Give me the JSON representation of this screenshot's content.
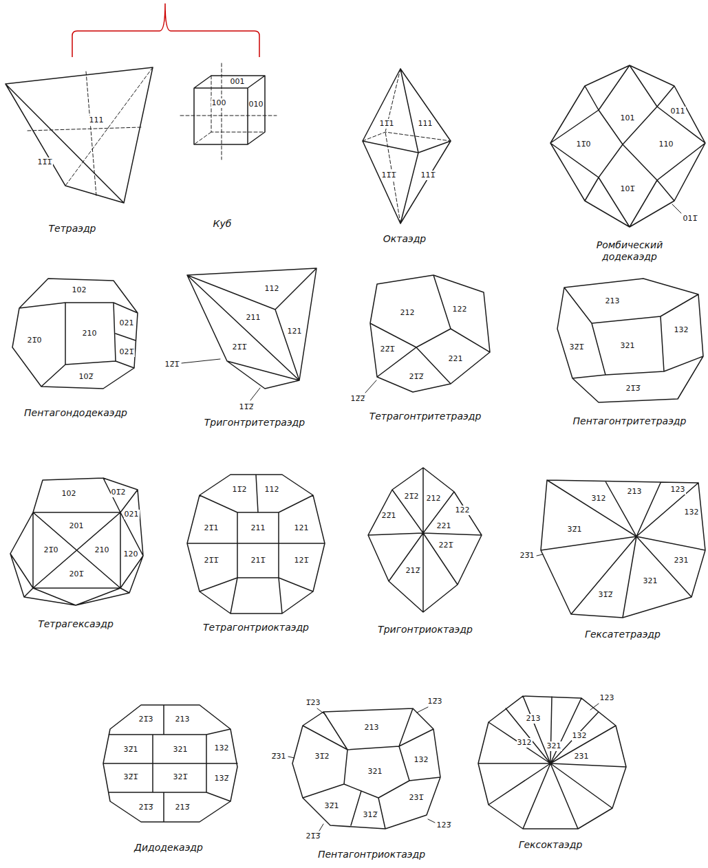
{
  "diagram": {
    "labels": [
      "111",
      "11̅1̅",
      "Тетраэдр",
      "001",
      "100",
      "010",
      "Куб",
      "11̅1",
      "111",
      "11̅1̅",
      "111̅",
      "Октаэдр",
      "011",
      "101",
      "11̅0",
      "110",
      "101̅",
      "011̅",
      "Ромбический додекаэдр",
      "102",
      "021",
      "21̅0",
      "210",
      "021̅",
      "102̅",
      "Пентагондодекаэдр",
      "112",
      "211",
      "121",
      "12̅1̅",
      "21̅1̅",
      "11̅2̅",
      "Тригонтритетраэдр",
      "212",
      "122",
      "22̅1̅",
      "221",
      "12̅2̅",
      "21̅2̅",
      "Тетрагонтритетраэдр",
      "213",
      "132",
      "32̅1̅",
      "321",
      "21̅3̅",
      "Пентагонтритетраэдр",
      "102",
      "01̅2",
      "021",
      "201",
      "21̅0",
      "210",
      "120",
      "201̅",
      "Тетрагексаэдр",
      "11̅2",
      "112",
      "21̅1",
      "211",
      "121",
      "21̅1̅",
      "211̅",
      "121̅",
      "Тетрагонтриоктаэдр",
      "21̅2",
      "212",
      "122",
      "22̅1",
      "221",
      "221̅",
      "212̅",
      "Тригонтриоктаэдр",
      "213",
      "123",
      "132",
      "312",
      "321",
      "231",
      "23̅1",
      "32̅1",
      "31̅2̅",
      "Гексатетраэдр",
      "21̅3",
      "213",
      "132",
      "32̅1",
      "321",
      "32̅1̅",
      "321̅",
      "132̅",
      "21̅3̅",
      "213̅",
      "Дидодекаэдр",
      "1̅23",
      "12̅3",
      "213",
      "132",
      "2̅31",
      "31̅2",
      "321",
      "231̅",
      "32̅1",
      "312̅",
      "123̅",
      "21̅3̅",
      "Пентагонтриоктаэдр",
      "213",
      "123",
      "132",
      "312",
      "321",
      "231",
      "Гексоктаэдр"
    ]
  }
}
